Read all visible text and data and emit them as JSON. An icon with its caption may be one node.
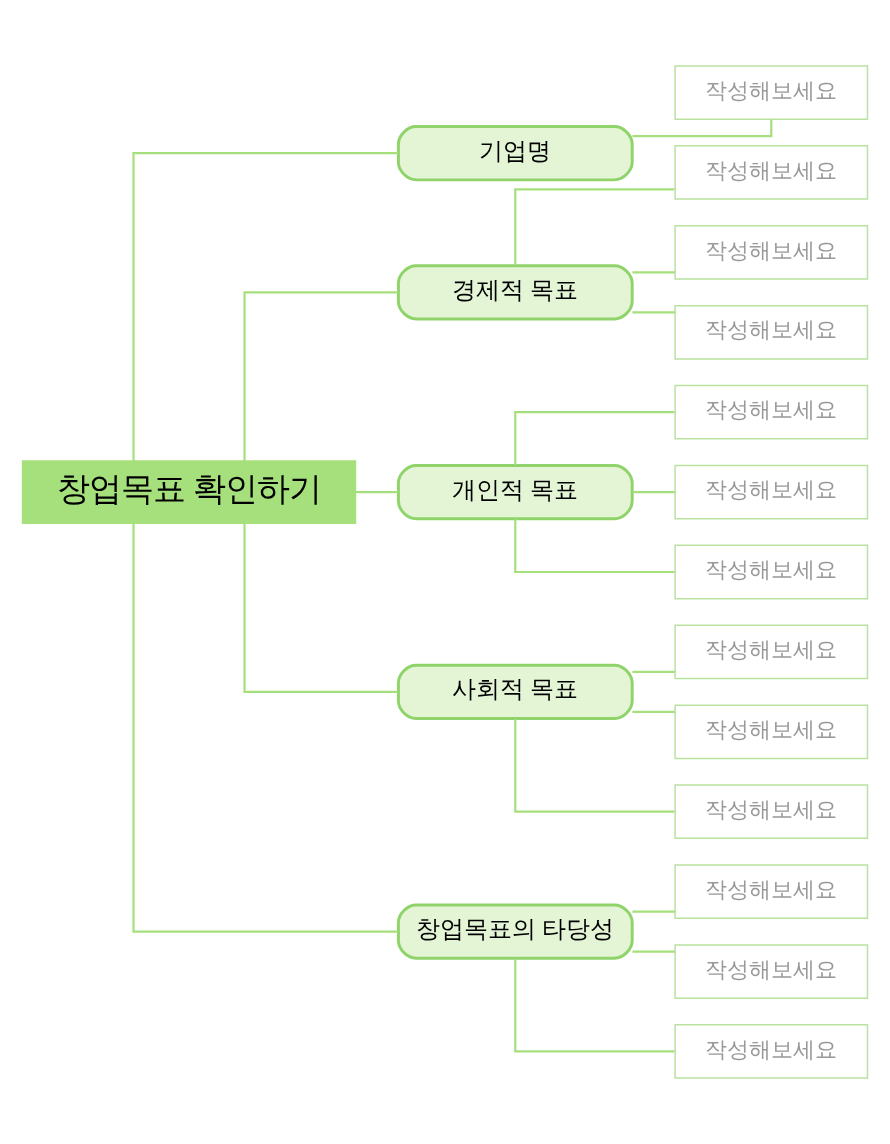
{
  "diagram": {
    "nodes": [
      {
        "text": [
          "창업목표 확인하기"
        ]
      },
      {
        "text": [
          "기업명"
        ]
      },
      {
        "text": [
          "작성해보세요"
        ]
      },
      {
        "text": [
          "경제적 목표"
        ]
      },
      {
        "text": [
          "작성해보세요"
        ]
      },
      {
        "text": [
          "작성해보세요"
        ]
      },
      {
        "text": [
          "작성해보세요"
        ]
      },
      {
        "text": [
          "개인적 목표"
        ]
      },
      {
        "text": [
          "작성해보세요"
        ]
      },
      {
        "text": [
          "작성해보세요"
        ]
      },
      {
        "text": [
          "작성해보세요"
        ]
      },
      {
        "text": [
          "사회적 목표"
        ]
      },
      {
        "text": [
          "작성해보세요"
        ]
      },
      {
        "text": [
          "작성해보세요"
        ]
      },
      {
        "text": [
          "작성해보세요"
        ]
      },
      {
        "text": [
          "창업목표의 타당성"
        ]
      },
      {
        "text": [
          "작성해보세요"
        ]
      },
      {
        "text": [
          "작성해보세요"
        ]
      },
      {
        "text": [
          "작성해보세요"
        ]
      }
    ],
    "edges": [
      {
        "from": 0,
        "to": 1,
        "arrow": "none"
      },
      {
        "from": 0,
        "to": 3,
        "arrow": "none"
      },
      {
        "from": 0,
        "to": 7,
        "arrow": "none"
      },
      {
        "from": 0,
        "to": 11,
        "arrow": "none"
      },
      {
        "from": 0,
        "to": 15,
        "arrow": "none"
      },
      {
        "from": 1,
        "to": 2,
        "arrow": "none"
      },
      {
        "from": 3,
        "to": 4,
        "arrow": "none"
      },
      {
        "from": 3,
        "to": 5,
        "arrow": "none"
      },
      {
        "from": 3,
        "to": 6,
        "arrow": "none"
      },
      {
        "from": 7,
        "to": 8,
        "arrow": "none"
      },
      {
        "from": 7,
        "to": 9,
        "arrow": "none"
      },
      {
        "from": 7,
        "to": 10,
        "arrow": "none"
      },
      {
        "from": 11,
        "to": 12,
        "arrow": "none"
      },
      {
        "from": 11,
        "to": 13,
        "arrow": "none"
      },
      {
        "from": 11,
        "to": 14,
        "arrow": "none"
      },
      {
        "from": 15,
        "to": 16,
        "arrow": "none"
      },
      {
        "from": 15,
        "to": 17,
        "arrow": "none"
      },
      {
        "from": 15,
        "to": 18,
        "arrow": "none"
      }
    ]
  }
}
